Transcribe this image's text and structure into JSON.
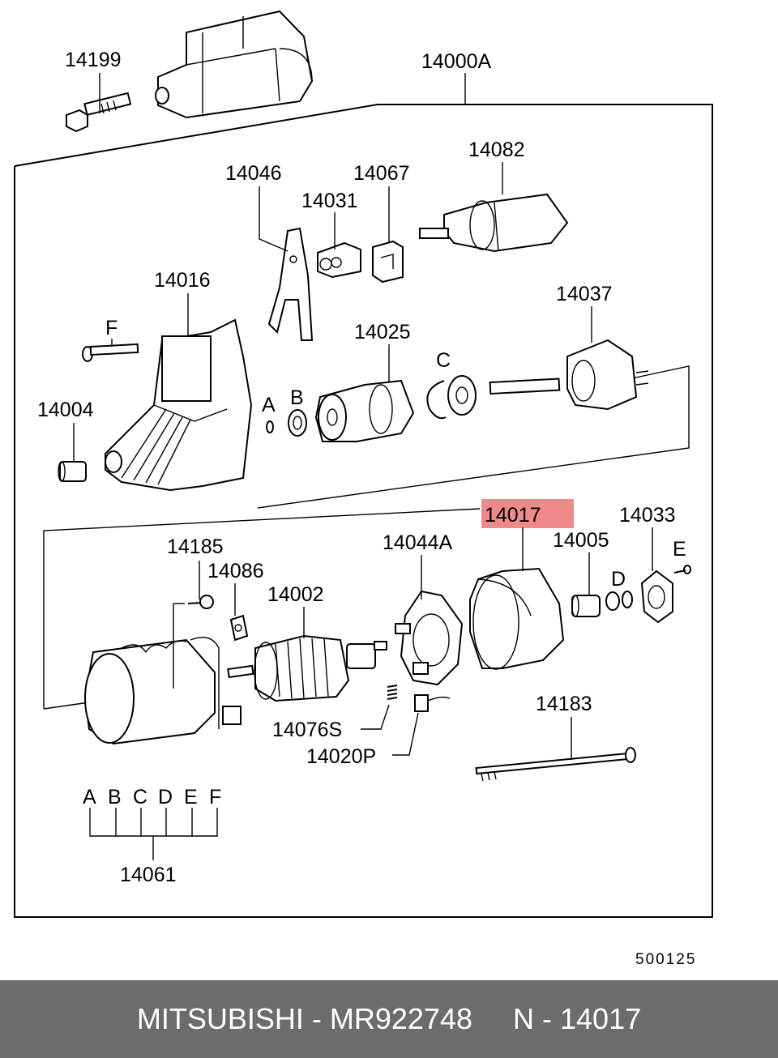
{
  "labels": {
    "p14199": "14199",
    "p14000A": "14000A",
    "p14082": "14082",
    "p14046": "14046",
    "p14067": "14067",
    "p14031": "14031",
    "p14016": "14016",
    "p14037": "14037",
    "F": "F",
    "p14025": "14025",
    "C": "C",
    "A": "A",
    "B": "B",
    "p14004": "14004",
    "p14017": "14017",
    "p14033": "14033",
    "p14185": "14185",
    "p14044A": "14044A",
    "p14005": "14005",
    "E": "E",
    "p14086": "14086",
    "D": "D",
    "p14002": "14002",
    "p14076S": "14076S",
    "p14020P": "14020P",
    "p14183": "14183",
    "kitA": "A",
    "kitB": "B",
    "kitC": "C",
    "kitD": "D",
    "kitE": "E",
    "kitF": "F",
    "p14061": "14061",
    "ref": "500125"
  },
  "highlight_color": "#f08a8a",
  "footer": {
    "text": "MITSUBISHI - MR922748     N - 14017"
  }
}
